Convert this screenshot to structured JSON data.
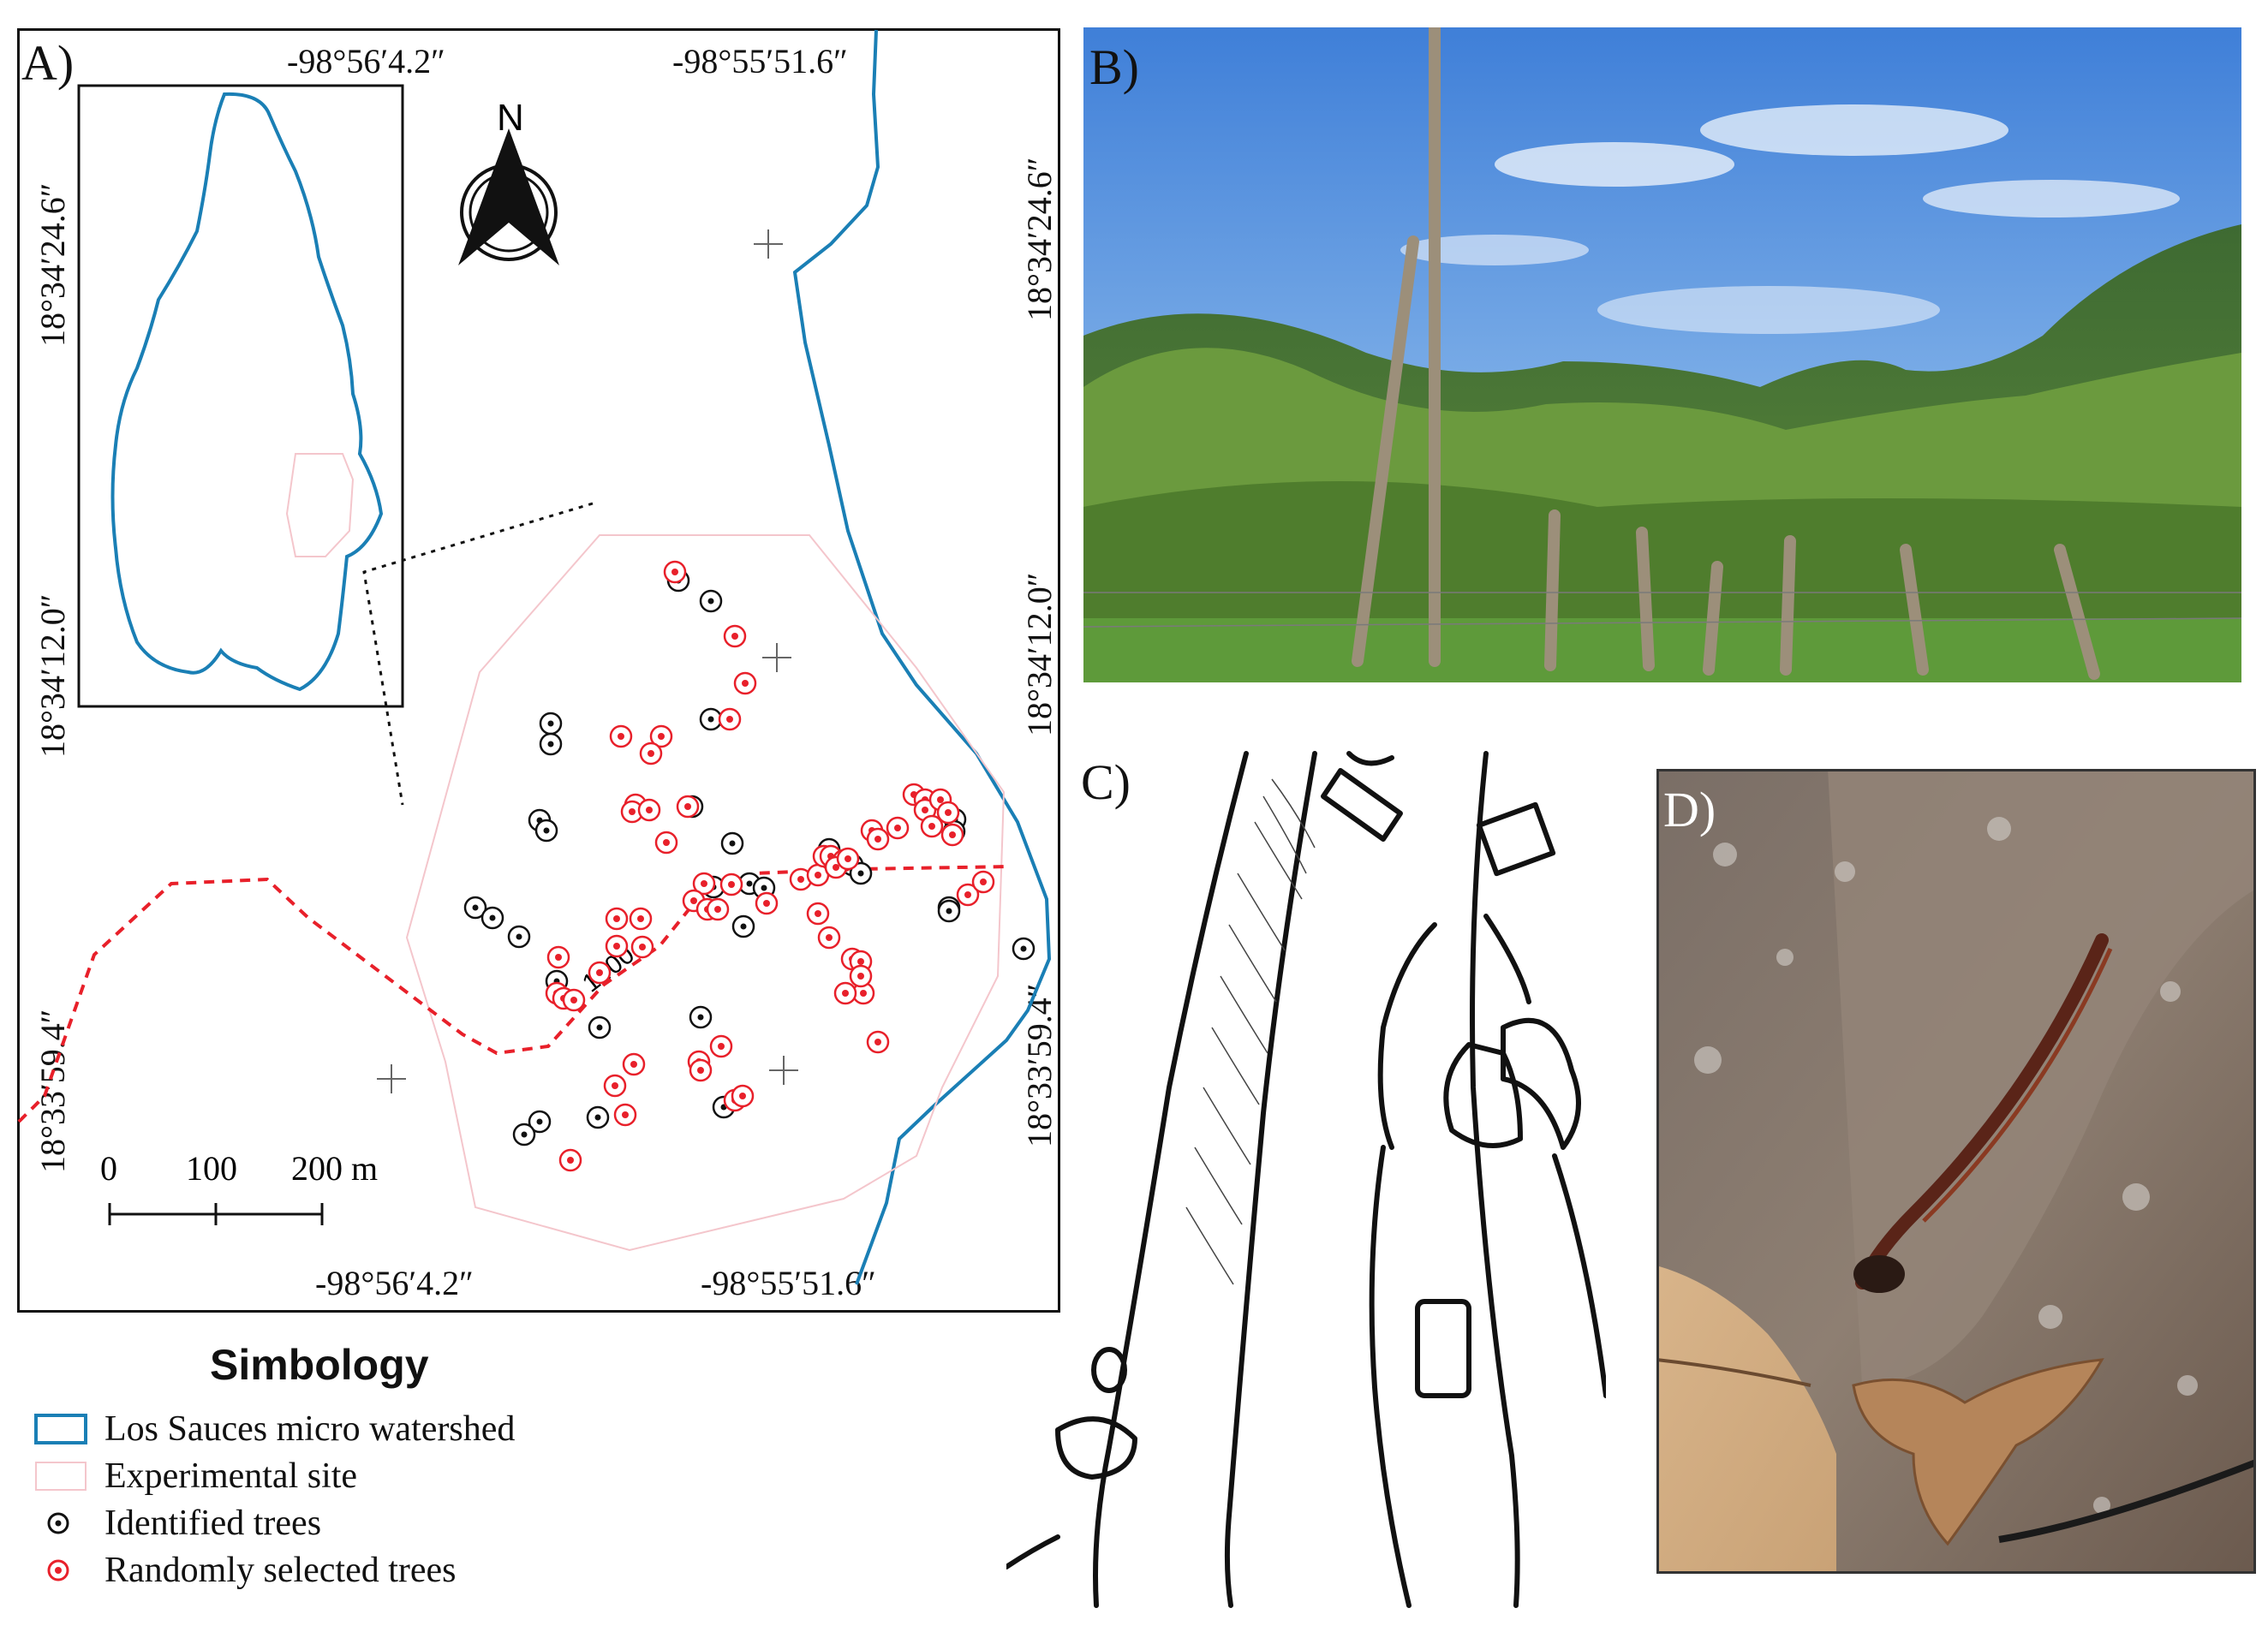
{
  "panels": {
    "a_label": "A)",
    "b_label": "B)",
    "c_label": "C)",
    "d_label": "D)"
  },
  "map": {
    "top_lon_left": "-98°56′4.2″",
    "top_lon_right": "-98°55′51.6″",
    "bottom_lon_left": "-98°56′4.2″",
    "bottom_lon_right": "-98°55′51.6″",
    "lat_left_top": "18°34′24.6″",
    "lat_left_mid": "18°34′12.0″",
    "lat_left_bottom": "18°33′59.4″",
    "lat_right_top": "18°34′24.6″",
    "lat_right_mid": "18°34′12.0″",
    "lat_right_bottom": "18°33′59.4″",
    "north_label": "N",
    "contour_label": "1400",
    "scale_0": "0",
    "scale_100": "100",
    "scale_200": "200 m",
    "colors": {
      "watershed": "#1a7fb5",
      "site": "#f4c6cc",
      "contour": "#e8202a",
      "random": "#e8202a",
      "identified": "#111111"
    }
  },
  "legend": {
    "title": "Simbology",
    "watershed": "Los Sauces micro watershed",
    "site": "Experimental site",
    "identified": "Identified trees",
    "random": "Randomly selected trees"
  }
}
